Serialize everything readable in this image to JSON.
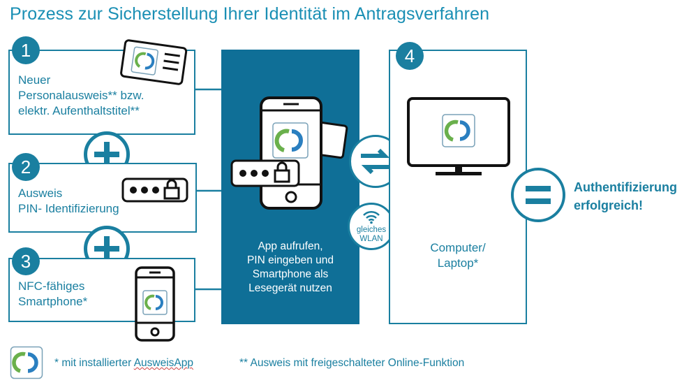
{
  "title": "Prozess zur Sicherstellung Ihrer Identität im Antragsverfahren",
  "steps": [
    {
      "number": "1",
      "label": "Neuer\nPersonalausweis** bzw.\nelektr. Aufenthaltstitel**"
    },
    {
      "number": "2",
      "label": "Ausweis\nPIN- Identifizierung"
    },
    {
      "number": "3",
      "label": "NFC-fähiges\nSmartphone*"
    },
    {
      "number": "4",
      "label": "Computer/\nLaptop*"
    }
  ],
  "center_panel": {
    "label": "App aufrufen,\nPIN eingeben und\nSmartphone als\nLesegerät nutzen"
  },
  "wlan": {
    "label": "gleiches\nWLAN"
  },
  "result": {
    "label": "Authentifizierung\nerfolgreich!"
  },
  "footer": {
    "note1_prefix": "* mit installierter ",
    "note1_app": "AusweisApp",
    "note2": "** Ausweis mit freigeschalteter Online-Funktion"
  },
  "colors": {
    "primary": "#1a7fa0",
    "panel": "#0f6f97",
    "title": "#1a8fb4",
    "logo_green": "#6ab04c",
    "logo_blue": "#2a7fc0"
  },
  "icons": [
    "id-card-icon",
    "pin-pad-icon",
    "smartphone-icon",
    "swap-arrows-icon",
    "wifi-icon",
    "monitor-icon",
    "equals-icon",
    "plus-icon",
    "ausweisapp-logo-icon"
  ]
}
